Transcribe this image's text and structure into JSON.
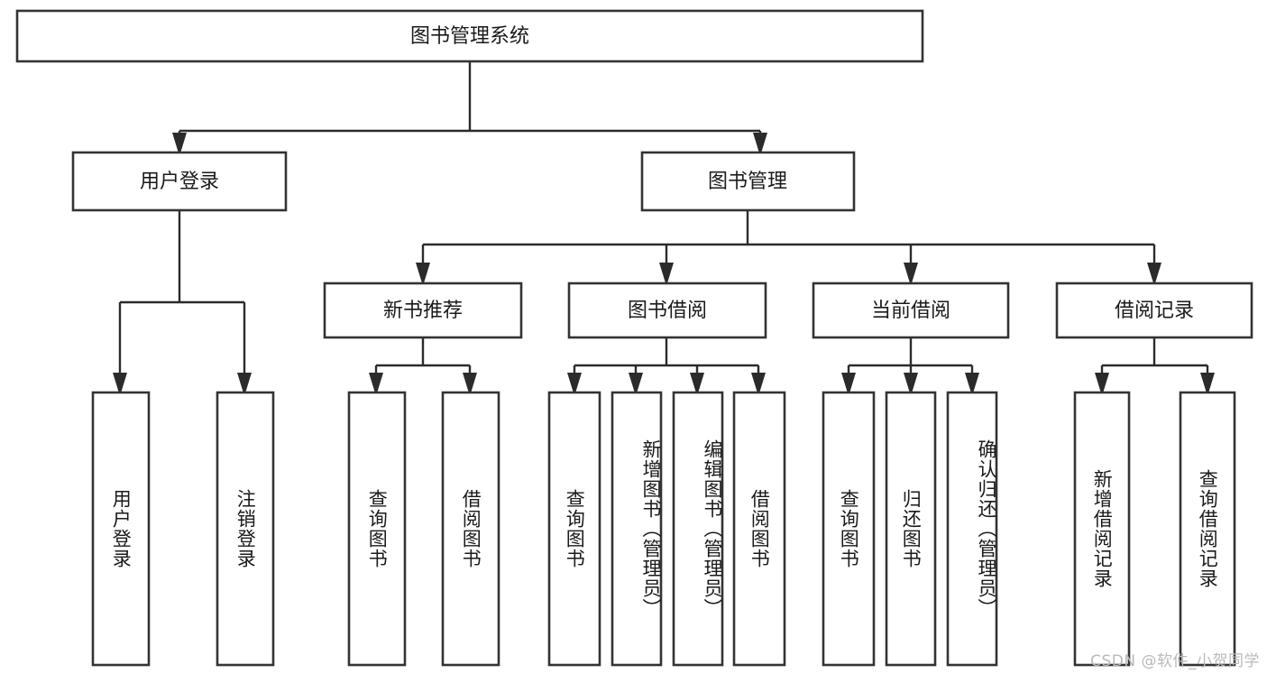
{
  "diagram": {
    "type": "tree-hierarchy",
    "title": "图书管理系统",
    "watermark": "CSDN @软件_小贺同学",
    "colors": {
      "background": "#ffffff",
      "box_stroke": "#333333",
      "connector": "#2b2b2b",
      "text": "#1a1a1a",
      "watermark": "#b9b9b9"
    },
    "root": {
      "label": "图书管理系统"
    },
    "level1": [
      {
        "label": "用户登录"
      },
      {
        "label": "图书管理"
      }
    ],
    "level2": [
      {
        "label": "新书推荐"
      },
      {
        "label": "图书借阅"
      },
      {
        "label": "当前借阅"
      },
      {
        "label": "借阅记录"
      }
    ],
    "leaves": {
      "user_login": [
        {
          "label": "用户登录"
        },
        {
          "label": "注销登录"
        }
      ],
      "new_book_recommend": [
        {
          "label": "查询图书"
        },
        {
          "label": "借阅图书"
        }
      ],
      "book_borrow": [
        {
          "label": "查询图书"
        },
        {
          "label": "新增图书（管理员）"
        },
        {
          "label": "编辑图书（管理员）"
        },
        {
          "label": "借阅图书"
        }
      ],
      "current_borrow": [
        {
          "label": "查询图书"
        },
        {
          "label": "归还图书"
        },
        {
          "label": "确认归还（管理员）"
        }
      ],
      "borrow_record": [
        {
          "label": "新增借阅记录"
        },
        {
          "label": "查询借阅记录"
        }
      ]
    }
  }
}
